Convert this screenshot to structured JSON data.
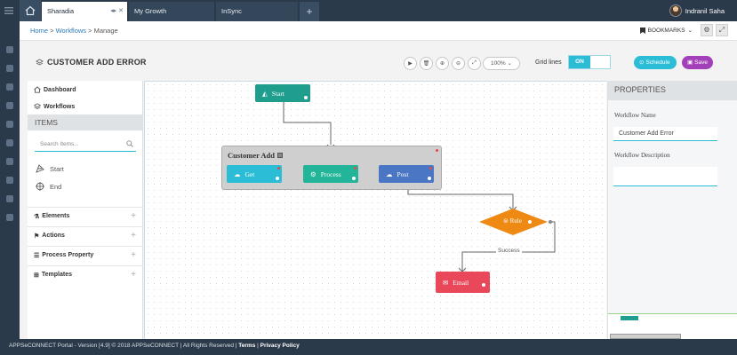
{
  "tabs": [
    {
      "label": "Sharadia",
      "active": true
    },
    {
      "label": "My Growth",
      "active": false
    },
    {
      "label": "InSync",
      "active": false
    }
  ],
  "user": {
    "name": "Indranil Saha"
  },
  "breadcrumb": {
    "home": "Home",
    "sep1": " > ",
    "workflows": "Workflows",
    "sep2": " > ",
    "current": "Manage"
  },
  "bookmarks_label": "BOOKMARKS",
  "page_title": "CUSTOMER ADD ERROR",
  "toolbar": {
    "zoom": "100%",
    "grid_label": "Grid lines",
    "grid_state": "ON",
    "schedule_label": "Schedule",
    "save_label": "Save"
  },
  "left": {
    "dashboard": "Dashboard",
    "workflows": "Workflows",
    "items_header": "ITEMS",
    "search_placeholder": "Search Items...",
    "tools": [
      "Start",
      "End"
    ],
    "sections": [
      "Elements",
      "Actions",
      "Process Property",
      "Templates"
    ]
  },
  "canvas": {
    "start": "Start",
    "group_title": "Customer Add",
    "get": "Get",
    "process": "Process",
    "post": "Post",
    "rule": "Rule",
    "success": "Success",
    "email": "Email"
  },
  "properties": {
    "header": "PROPERTIES",
    "name_label": "Workflow Name",
    "name_value": "Customer Add Error",
    "desc_label": "Workflow Description",
    "desc_value": ""
  },
  "footer": {
    "text": "APPSeCONNECT Portal - Version [4.9] © 2018 APPSeCONNECT | All Rights Reserved | ",
    "terms": "Terms",
    "sep": " | ",
    "privacy": "Privacy Policy"
  },
  "colors": {
    "teal": "#1f9e8e",
    "cyan": "#2bbdd5",
    "green": "#23b59a",
    "blue": "#4a76c4",
    "orange": "#ee8a14",
    "red": "#e8485a",
    "purple": "#a33fb8"
  }
}
